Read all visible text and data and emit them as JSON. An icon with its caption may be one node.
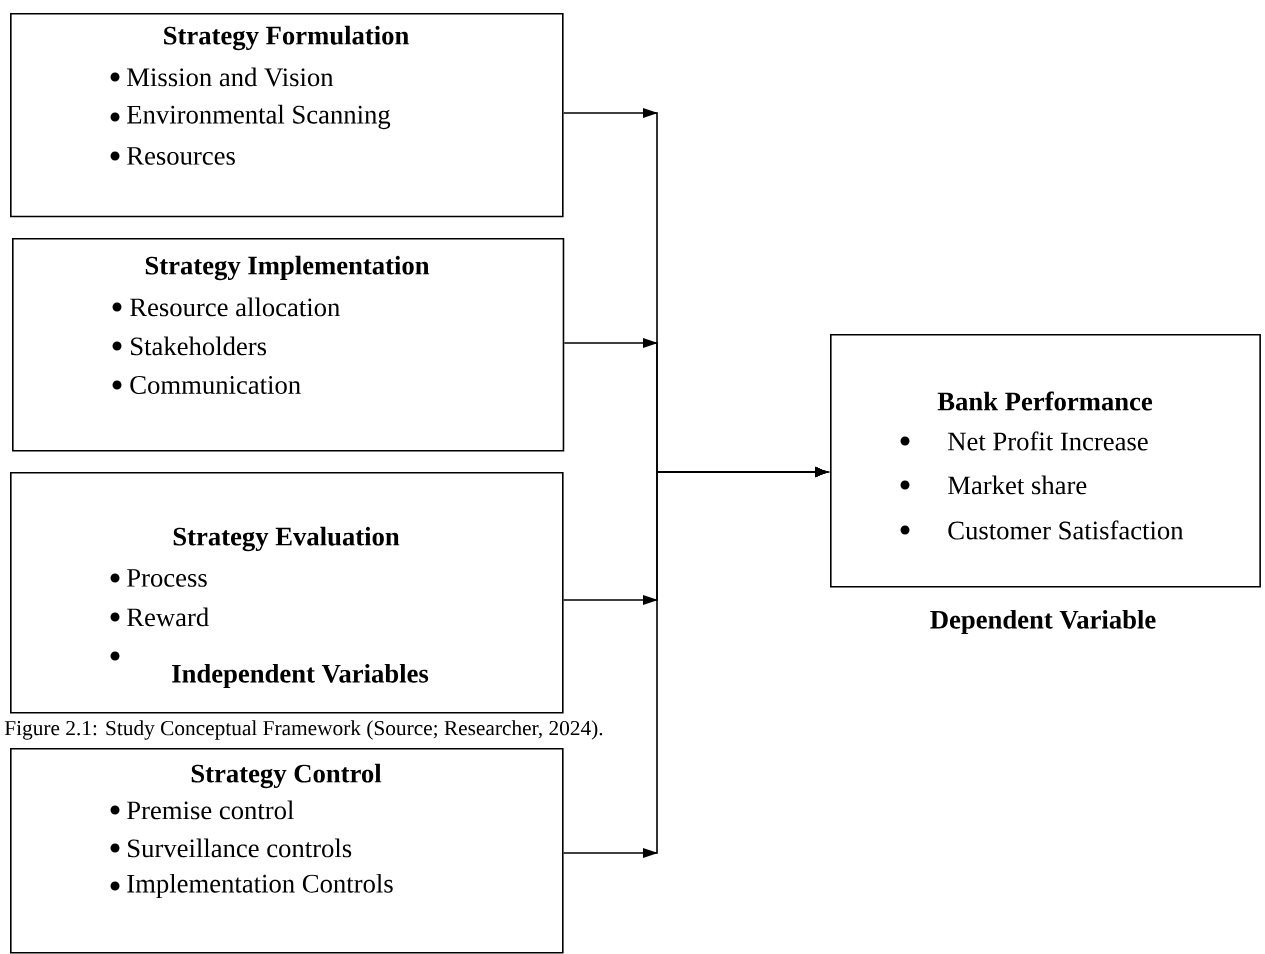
{
  "diagram": {
    "caption": "Figure 2.1: Study Conceptual Framework (Source; Researcher, 2024).",
    "nodes": [
      {
        "text": [
          "Strategy Formulation",
          "Mission and Vision",
          "Environmental Scanning",
          "Resources"
        ]
      },
      {
        "text": [
          "Strategy Implementation",
          "Resource allocation",
          "Stakeholders",
          "Communication"
        ]
      },
      {
        "text": [
          "Strategy Evaluation",
          "Process",
          "Reward"
        ]
      },
      {
        "text": [
          "Strategy Control",
          "Premise control",
          "Surveillance controls",
          "Implementation Controls"
        ]
      },
      {
        "text": [
          "Bank Performance",
          "Net Profit Increase",
          "Market share",
          "Customer Satisfaction"
        ],
        "beside": [
          "Dependent Variable"
        ]
      }
    ],
    "edges": [
      {
        "from": 0,
        "to": 4,
        "arrow": "to"
      },
      {
        "from": 1,
        "to": 4,
        "arrow": "to"
      },
      {
        "from": 2,
        "to": 4,
        "arrow": "to"
      },
      {
        "from": 3,
        "to": 4,
        "arrow": "to"
      }
    ],
    "labels": [
      "Independent Variables"
    ]
  }
}
